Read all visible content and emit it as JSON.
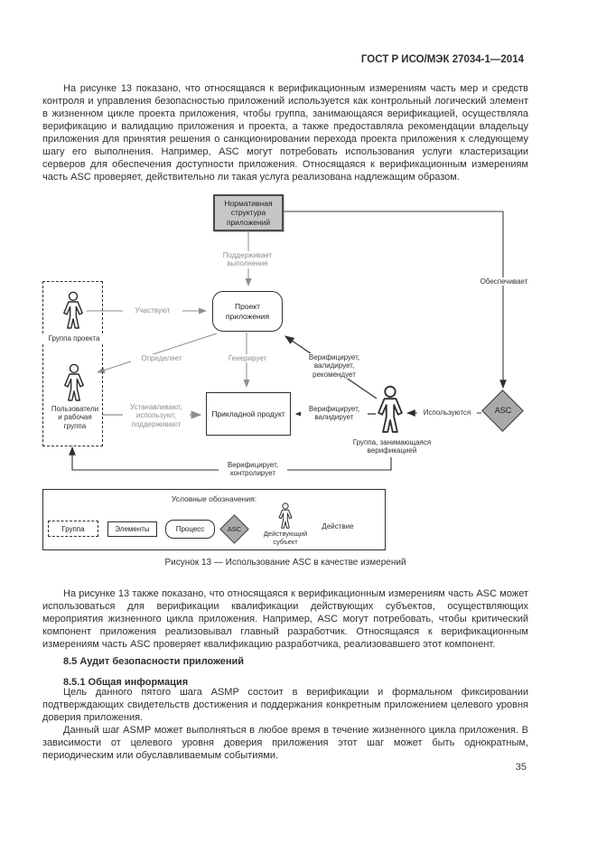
{
  "header": {
    "doc_code": "ГОСТ Р ИСО/МЭК 27034-1—2014"
  },
  "footer": {
    "page_number": "35"
  },
  "body": {
    "para1": "На рисунке 13 показано, что относящаяся к верификационным измерениям часть мер и средств контроля и управления безопасностью приложений используется как контрольный логический элемент в жизненном цикле проекта приложения, чтобы группа, занимающаяся верификацией, осуществляла верификацию и валидацию приложения и проекта, а также предоставляла рекомендации владельцу приложения для принятия решения о санкционировании перехода проекта приложения к следующему шагу его выполнения. Например, ASC могут потребовать использования услуги кластеризации серверов для обеспечения доступности приложения. Относящаяся к верификационным измерениям часть ASC проверяет, действительно ли такая услуга реализована надлежащим образом.",
    "para2": "На рисунке 13 также показано, что относящаяся к верификационным измерениям часть ASC может использоваться для верификации квалификации действующих субъектов, осуществляющих мероприятия жизненного цикла приложения. Например, ASC могут потребовать, чтобы критический компонент приложения реализовывал главный разработчик. Относящаяся к верификационным измерениям часть ASC проверяет квалификацию разработчика, реализовавшего этот компонент.",
    "heading_8_5": "8.5 Аудит безопасности приложений",
    "heading_8_5_1": "8.5.1 Общая информация",
    "para3": "Цель данного пятого шага ASMP состоит в верификации и формальном фиксировании подтверждающих свидетельств достижения и поддержания конкретным приложением целевого уровня доверия приложения.",
    "para4": "Данный шаг ASMP может выполняться в любое время в течение жизненного цикла приложения. В зависимости от целевого уровня доверия приложения этот шаг может быть однократным, периодическим или обуславливаемым событиями."
  },
  "figure": {
    "caption": "Рисунок 13 — Использование ASC в качестве измерений",
    "nodes": {
      "framework": "Нормативная структура приложений",
      "project": "Проект приложения",
      "product": "Прикладной продукт",
      "asc": "ASC",
      "group_project": "Группа проекта",
      "users_group": "Пользователи и рабочая группа",
      "verification_group": "Группа, занимающаяся верификацией"
    },
    "edges": {
      "supports": "Поддерживает выполнение",
      "provides": "Обеспечивает",
      "participate": "Участвуют",
      "defines": "Определяет",
      "generates": "Генерирует",
      "install_use_maintain": "Устанавливают, используют, поддерживают",
      "verify_validate_recommend": "Верифицирует, валидирует, рекомендует",
      "verify_validate": "Верифицирует, валидирует",
      "are_used": "Используются",
      "verify_control": "Верифицирует, контролирует"
    },
    "legend": {
      "title": "Условные обозначения:",
      "group": "Группа",
      "elements": "Элементы",
      "process": "Процесс",
      "asc": "ASC",
      "actor": "Действующий субъект",
      "action": "Действие"
    },
    "colors": {
      "node_fill": "#c6c6c6",
      "diamond_fill": "#a9a9a9",
      "edge_gray": "#8e8e8e",
      "ink": "#2f2f2f"
    }
  }
}
